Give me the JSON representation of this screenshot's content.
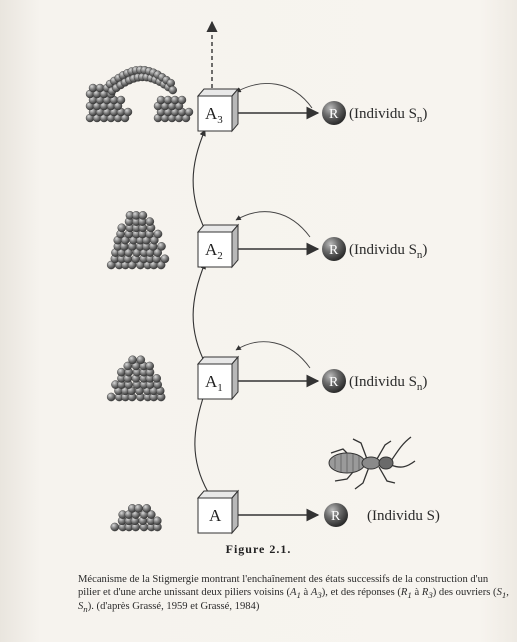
{
  "figure": {
    "boxes": [
      {
        "main": "A",
        "sub": "3"
      },
      {
        "main": "A",
        "sub": "2"
      },
      {
        "main": "A",
        "sub": "1"
      },
      {
        "main": "A",
        "sub": ""
      }
    ],
    "responses": [
      {
        "letter": "R",
        "label": "(Individu S",
        "label_sub": "n",
        "label_end": ")"
      },
      {
        "letter": "R",
        "label": "(Individu S",
        "label_sub": "n",
        "label_end": ")"
      },
      {
        "letter": "R",
        "label": "(Individu S",
        "label_sub": "n",
        "label_end": ")"
      },
      {
        "letter": "R",
        "label": "(Individu S)",
        "label_sub": "",
        "label_end": ""
      }
    ],
    "title": "Figure    2.1.",
    "caption": {
      "p1": "Mécanisme de la Stigmergie montrant l'enchaînement des états successifs de la construction d'un pilier et d'une arche unissant deux piliers voisins (",
      "p1_italic": "A",
      "p1_italic_sub": "1",
      "p2": " à ",
      "p2_italic": "A",
      "p2_italic_sub": "3",
      "p3": "), et des réponses (",
      "p3_italic": "R",
      "p3_italic_sub": "1",
      "p4": " à ",
      "p4_italic": "R",
      "p4_italic_sub": "3",
      "p5": ") des ouvriers (",
      "p5_italic": "S",
      "p5_italic_sub": "1",
      "p6": ", ",
      "p6_italic": "S",
      "p6_italic_sub": "n",
      "p7": "). (d'après Grassé, 1959 et Grassé, 1984)"
    }
  },
  "colors": {
    "sphere": "#6a6a6a",
    "box_face": "#ffffff",
    "box_side": "#bdbdbd",
    "line": "#333333"
  }
}
